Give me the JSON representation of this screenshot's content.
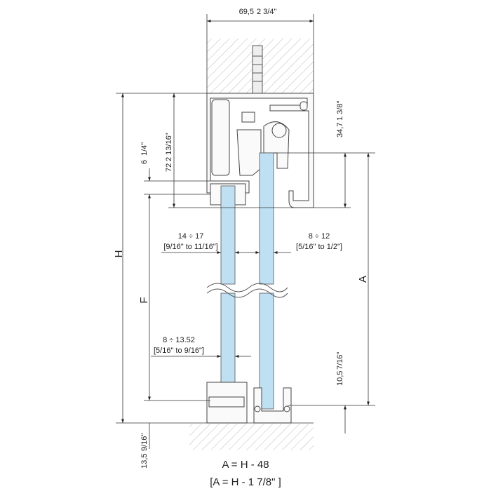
{
  "dimensions": {
    "width_top": "69,5",
    "width_top_in": "2 3/4\"",
    "h_label": "H",
    "f_label": "F",
    "a_label": "A",
    "gap_6": "6",
    "gap_6_in": "1/4\"",
    "height_72": "72",
    "height_72_in": "2 13/16\"",
    "height_34": "34,7",
    "height_34_in": "1 3/8\"",
    "height_10": "10,5",
    "height_10_in": "7/16\"",
    "height_13": "13,5",
    "height_13_in": "9/16\"",
    "glass_left_top": "14 ÷ 17",
    "glass_left_top_in": "[9/16\" to 11/16\"]",
    "glass_right": "8 ÷ 12",
    "glass_right_in": "[5/16\" to 1/2\"]",
    "glass_left_bottom": "8 ÷ 13.52",
    "glass_left_bottom_in": "[5/16\" to 9/16\"]"
  },
  "formula": {
    "metric": "A = H - 48",
    "imperial": "[A = H - 1 7/8\" ]"
  },
  "colors": {
    "glass": "#bfe0f2",
    "line": "#333333"
  }
}
